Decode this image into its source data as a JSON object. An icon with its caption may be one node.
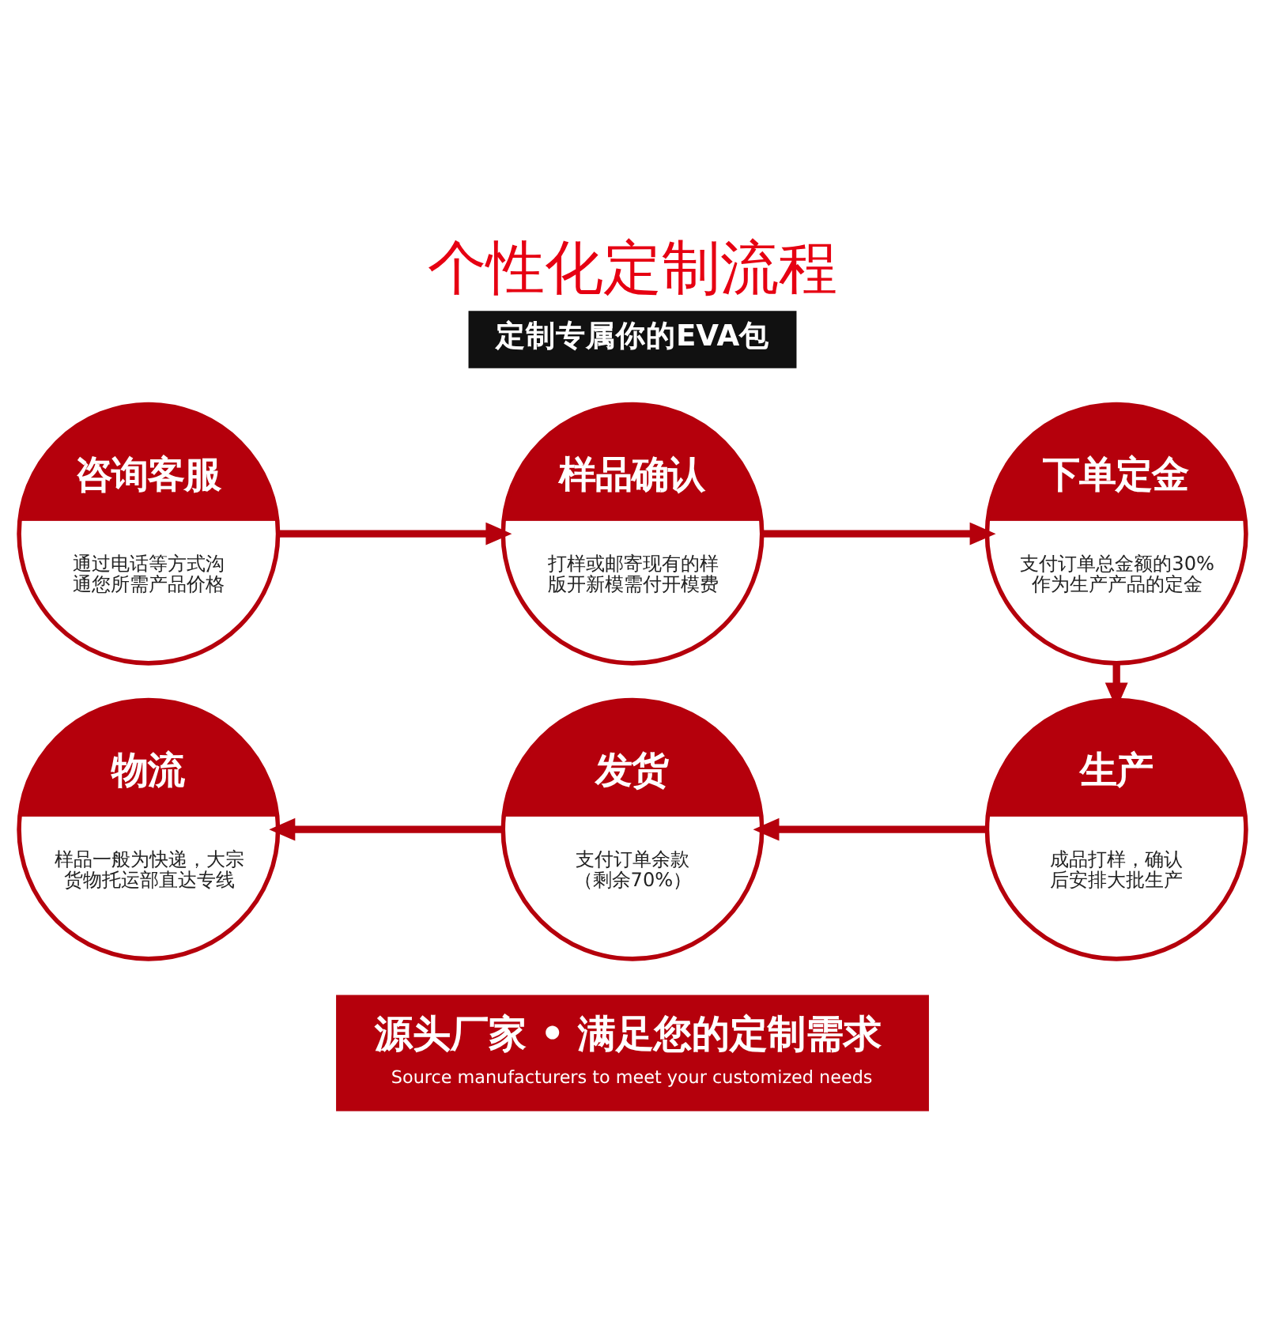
{
  "diagram": {
    "title": "个性化定制流程",
    "nodes": [
      {
        "text": [
          "定制专属你的EVA包"
        ]
      },
      {
        "text": [
          "咨询客服",
          "通过电话等方式沟通您所需产品价格"
        ]
      },
      {
        "text": [
          "样品确认",
          "打样或邮寄现有的样版开新模需付开模费"
        ]
      },
      {
        "text": [
          "下单定金",
          "支付订单总金额的30%作为生产产品的定金"
        ]
      },
      {
        "text": [
          "物流",
          "样品一般为快递，大宗货物托运部直达专线"
        ]
      },
      {
        "text": [
          "发货",
          "支付订单余款（剩余70%）"
        ]
      },
      {
        "text": [
          "生产",
          "成品打样，确认后安排大批生产"
        ]
      },
      {
        "text": [
          "源头厂家 • 满足您的定制需求",
          "Source manufacturers to meet your customized needs"
        ]
      }
    ],
    "edges": [
      {
        "from": 1,
        "to": 2,
        "arrow": "to"
      },
      {
        "from": 2,
        "to": 3,
        "arrow": "to"
      },
      {
        "from": 3,
        "to": 6,
        "arrow": "to"
      },
      {
        "from": 6,
        "to": 5,
        "arrow": "to"
      },
      {
        "from": 5,
        "to": 4,
        "arrow": "to"
      }
    ]
  }
}
